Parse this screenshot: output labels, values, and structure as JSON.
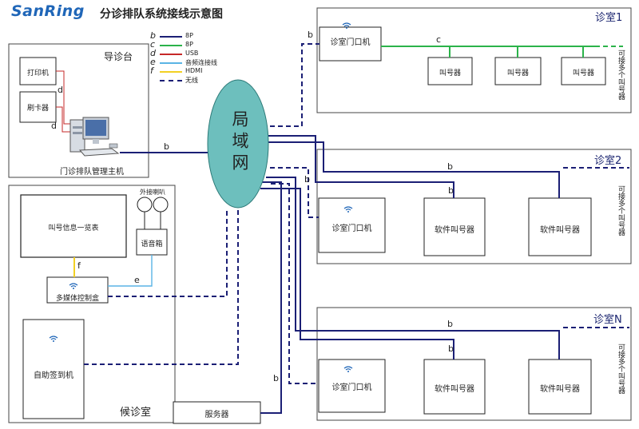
{
  "header": {
    "brand": "SanRing",
    "title": "分诊排队系统接线示意图"
  },
  "legend": [
    {
      "key": "b",
      "text": "8P",
      "color": "#1b1f75",
      "style": "solid"
    },
    {
      "key": "c",
      "text": "8P",
      "color": "#2bb34a",
      "style": "solid"
    },
    {
      "key": "d",
      "text": "USB",
      "color": "#c62828",
      "style": "solid"
    },
    {
      "key": "e",
      "text": "音频连接线",
      "color": "#5ab4e5",
      "style": "solid"
    },
    {
      "key": "f",
      "text": "HDMI",
      "color": "#f2d024",
      "style": "solid"
    },
    {
      "key": "",
      "text": "无线",
      "color": "#1b1f75",
      "style": "dashed"
    }
  ],
  "lan": {
    "label": "局域网",
    "color": "#6dbfbd"
  },
  "zones": {
    "guide_desk": "导诊台",
    "waiting_room": "候诊室"
  },
  "devices": {
    "printer": "打印机",
    "card_reader": "刷卡器",
    "host": "门诊排队管理主机",
    "queue_display": "叫号信息一览表",
    "speaker": "外接喇叭",
    "sound_box": "语音箱",
    "media_box": "多媒体控制盒",
    "kiosk": "自助签到机",
    "server": "服务器",
    "door_terminal": "诊室门口机",
    "caller": "叫号器",
    "soft_caller": "软件叫号器"
  },
  "rooms": [
    {
      "name": "诊室1",
      "note": "可接多个叫号器"
    },
    {
      "name": "诊室2",
      "note": "可接多个叫号器"
    },
    {
      "name": "诊室N",
      "note": "可接多个叫号器"
    }
  ],
  "line_labels": {
    "b": "b",
    "c": "c",
    "d": "d",
    "e": "e",
    "f": "f"
  },
  "colors": {
    "navy": "#1b1f75",
    "green": "#2bb34a",
    "red": "#c62828",
    "lightblue": "#5ab4e5",
    "yellow": "#f2d024",
    "teal": "#6dbfbd",
    "brand": "#1f66b8"
  }
}
